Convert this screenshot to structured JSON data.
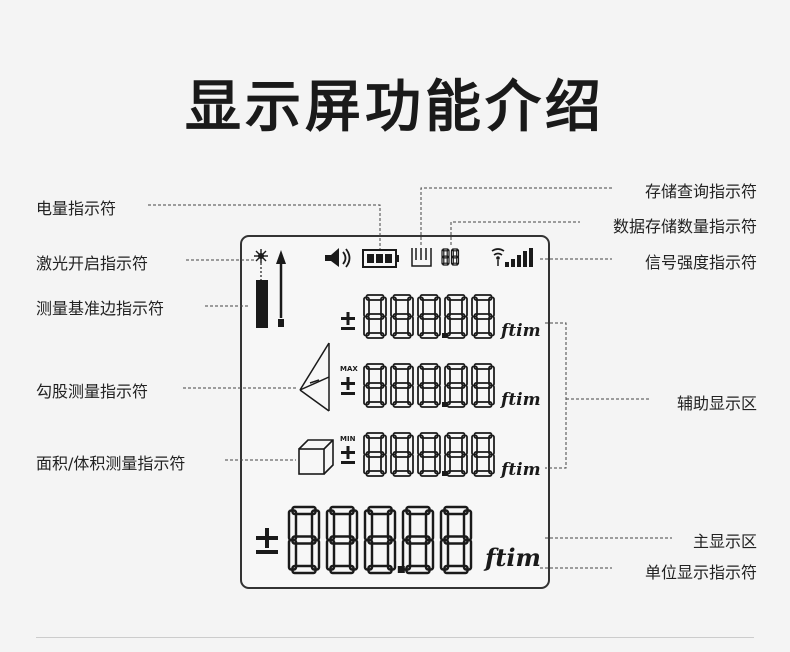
{
  "title": "显示屏功能介绍",
  "labels": {
    "battery": "电量指示符",
    "laser": "激光开启指示符",
    "reference": "测量基准边指示符",
    "pythagorean": "勾股测量指示符",
    "area_volume": "面积/体积测量指示符",
    "storage_query": "存储查询指示符",
    "storage_count": "数据存储数量指示符",
    "signal": "信号强度指示符",
    "aux_display": "辅助显示区",
    "main_display": "主显示区",
    "unit": "单位显示指示符"
  },
  "lcd": {
    "max_label": "MAX",
    "min_label": "MIN",
    "unit_text": "ftim",
    "storage_digits": "88",
    "aux_digits": "88888",
    "main_digits": "88888"
  },
  "colors": {
    "segment": "#1a1a1a",
    "line": "#444444"
  }
}
